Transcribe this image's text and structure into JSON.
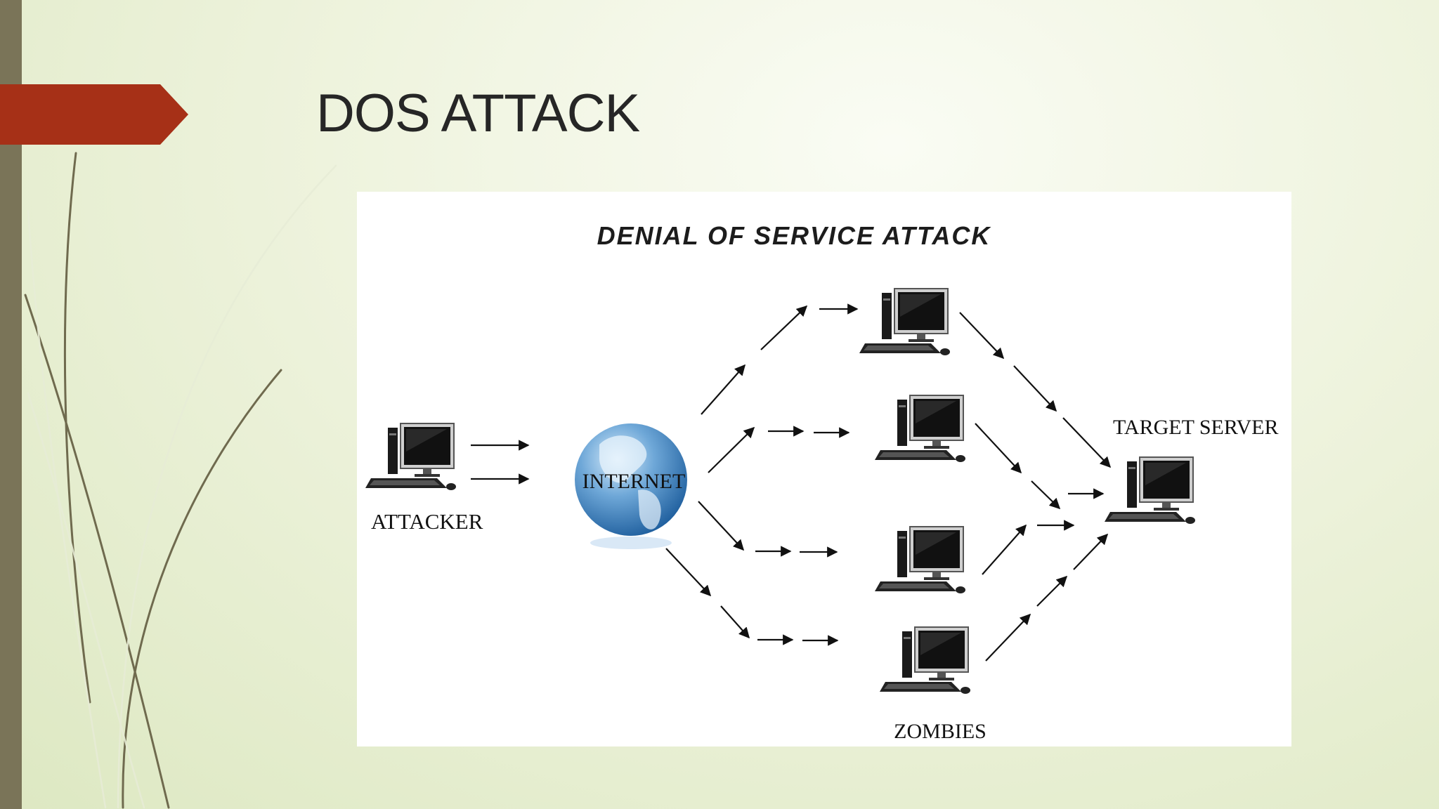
{
  "slide": {
    "title": "DOS ATTACK",
    "accent_color": "#a63017",
    "bar_color": "#7a7458"
  },
  "diagram": {
    "heading": "DENIAL OF SERVICE ATTACK",
    "nodes": {
      "attacker": {
        "label": "ATTACKER",
        "icon": "desktop-computer-icon"
      },
      "internet": {
        "label": "INTERNET",
        "icon": "globe-icon"
      },
      "target": {
        "label": "TARGET SERVER",
        "icon": "desktop-computer-icon"
      },
      "zombies": {
        "label": "ZOMBIES",
        "icon": "desktop-computer-icon",
        "count": 4
      }
    }
  }
}
